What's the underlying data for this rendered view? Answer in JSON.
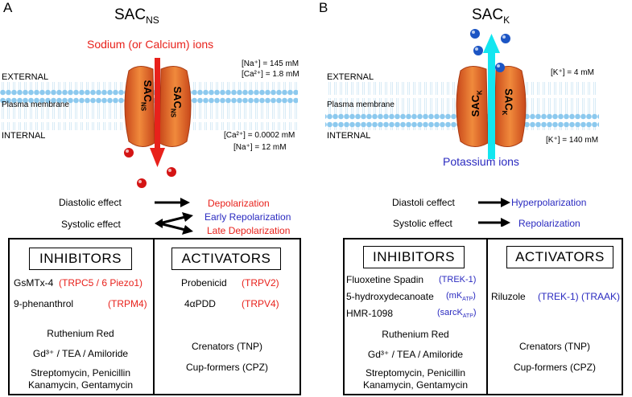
{
  "panels": {
    "A": {
      "letter": "A",
      "title": "SAC",
      "title_sub": "NS",
      "ions_label": "Sodium (or Calcium) ions",
      "external": "EXTERNAL",
      "membrane": "Plasma membrane",
      "internal": "INTERNAL",
      "channel_label": "SAC",
      "channel_sub": "NS",
      "conc_ext_1": "[Na⁺] = 145 mM",
      "conc_ext_2": "[Ca²⁺] = 1.8 mM",
      "conc_int_1": "[Ca²⁺] = 0.0002 mM",
      "conc_int_2": "[Na⁺] = 12 mM",
      "effects": [
        {
          "label": "Diastolic effect",
          "result": "Depolarization",
          "color": "#e8211b"
        },
        {
          "label": "Systolic effect",
          "result": "Early Repolarization",
          "color": "#2a2ac0"
        },
        {
          "label": "",
          "result": "Late Depolarization",
          "color": "#e8211b"
        }
      ],
      "inhibitors_title": "INHIBITORS",
      "activators_title": "ACTIVATORS",
      "inhibitors": [
        {
          "name": "GsMTx-4",
          "target": "(TRPC5 / 6 Piezo1)"
        },
        {
          "name": "9-phenanthrol",
          "target": "(TRPM4)"
        }
      ],
      "inhibitors_general": [
        "Ruthenium Red",
        "Gd³⁺ / TEA / Amiloride",
        "Streptomycin, Penicillin",
        "Kanamycin, Gentamycin"
      ],
      "activators": [
        {
          "name": "Probenicid",
          "target": "(TRPV2)"
        },
        {
          "name": "4αPDD",
          "target": "(TRPV4)"
        }
      ],
      "activators_general": [
        "Crenators (TNP)",
        "Cup-formers (CPZ)"
      ]
    },
    "B": {
      "letter": "B",
      "title": "SAC",
      "title_sub": "K",
      "ions_label": "Potassium ions",
      "external": "EXTERNAL",
      "membrane": "Plasma membrane",
      "internal": "INTERNAL",
      "channel_label": "SAC",
      "channel_sub": "K",
      "conc_ext_1": "[K⁺] = 4 mM",
      "conc_int_1": "[K⁺] = 140 mM",
      "effects": [
        {
          "label": "Diastoli ceffect",
          "result": "Hyperpolarization",
          "color": "#2a2ac0"
        },
        {
          "label": "Systolic effect",
          "result": "Repolarization",
          "color": "#2a2ac0"
        }
      ],
      "inhibitors_title": "INHIBITORS",
      "activators_title": "ACTIVATORS",
      "inhibitors": [
        {
          "name": "Fluoxetine Spadin",
          "target": "(TREK-1)"
        },
        {
          "name": "5-hydroxydecanoate",
          "target": "(mK",
          "target_sub": "ATP",
          "target_end": ")"
        },
        {
          "name": "HMR-1098",
          "target": "(sarcK",
          "target_sub": "ATP",
          "target_end": ")"
        }
      ],
      "inhibitors_general": [
        "Ruthenium Red",
        "Gd³⁺ / TEA / Amiloride",
        "Streptomycin, Penicillin",
        "Kanamycin, Gentamycin"
      ],
      "activators": [
        {
          "name": "Riluzole",
          "target": "(TREK-1) (TRAAK)"
        }
      ],
      "activators_general": [
        "Crenators (TNP)",
        "Cup-formers (CPZ)"
      ]
    }
  },
  "colors": {
    "red": "#e8211b",
    "blue": "#2a2ac0",
    "channel": "#e8702a",
    "membrane": "#9fd3f0",
    "cyan_arrow": "#13e6f0"
  }
}
